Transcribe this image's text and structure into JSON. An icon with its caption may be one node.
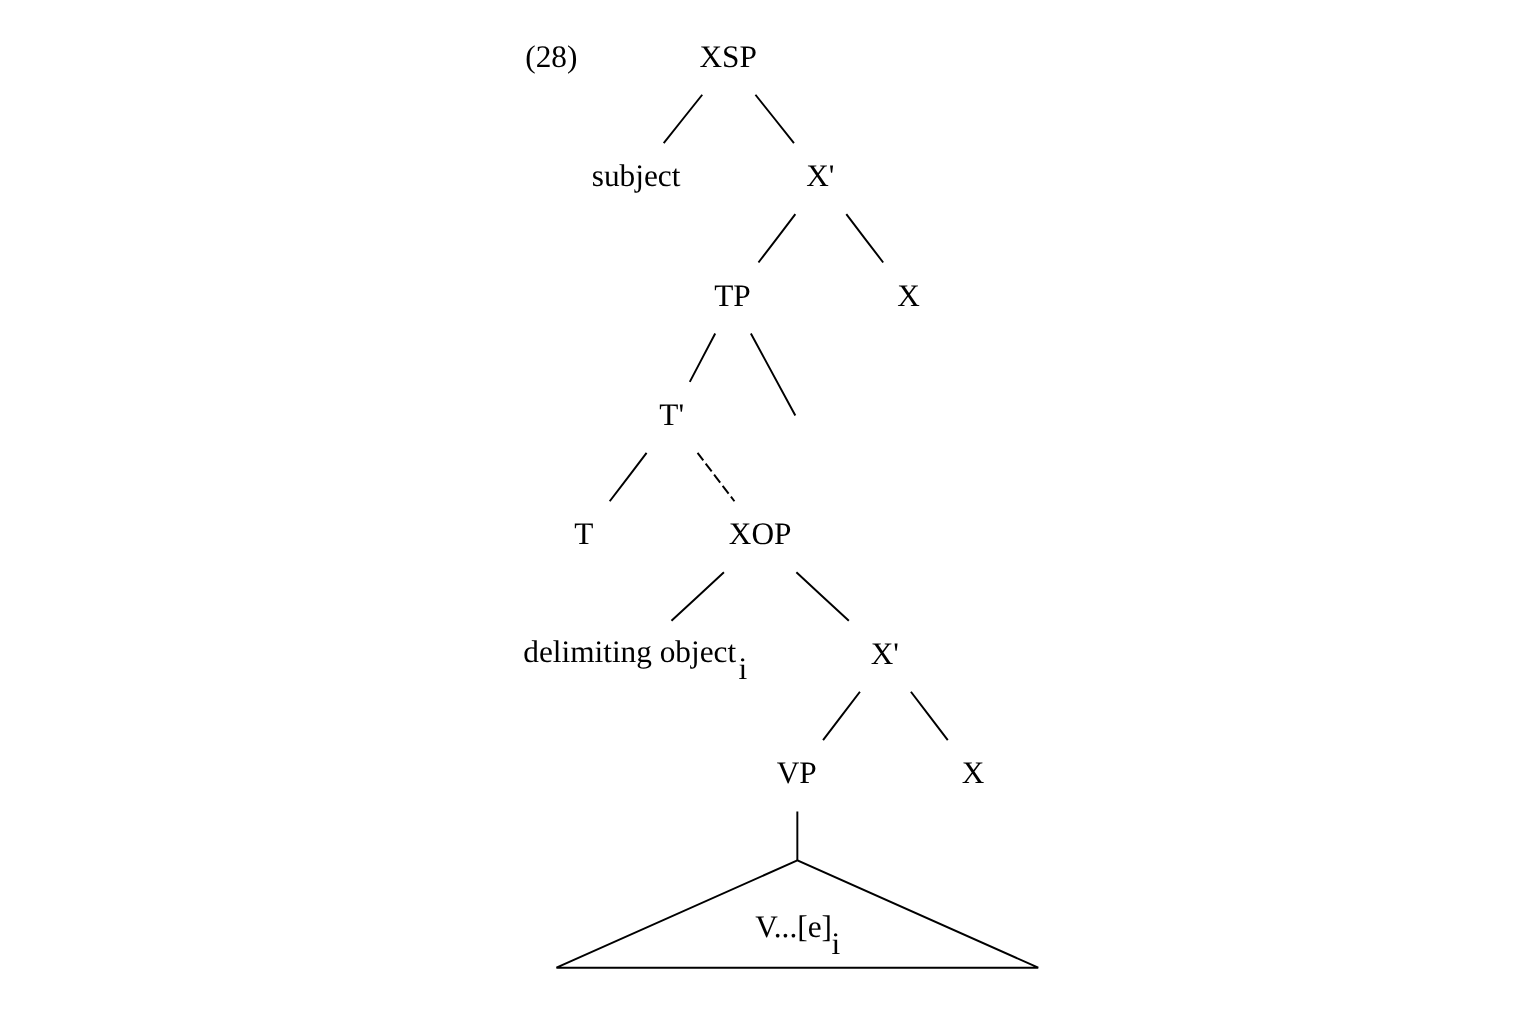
{
  "diagram": {
    "nodes": [
      {
        "text": [
          "XSP"
        ]
      },
      {
        "text": [
          "subject"
        ]
      },
      {
        "text": [
          "X'"
        ]
      },
      {
        "text": [
          "TP"
        ]
      },
      {
        "text": [
          "X"
        ]
      },
      {
        "text": [
          "T'"
        ]
      },
      {
        "text": [
          "T"
        ]
      },
      {
        "text": [
          "XOP"
        ]
      },
      {
        "text": [
          "delimiting object$_{i}$"
        ]
      },
      {
        "text": [
          "X'"
        ]
      },
      {
        "text": [
          "VP"
        ]
      },
      {
        "text": [
          "X"
        ]
      },
      {
        "text": [
          "V...[e]$_{i}$"
        ]
      }
    ],
    "edges": [
      {
        "from": 0,
        "to": 1,
        "arrow": "none"
      },
      {
        "from": 0,
        "to": 2,
        "arrow": "none"
      },
      {
        "from": 2,
        "to": 3,
        "arrow": "none"
      },
      {
        "from": 2,
        "to": 4,
        "arrow": "none"
      },
      {
        "from": 3,
        "to": null,
        "arrow": "none"
      },
      {
        "from": 3,
        "to": 5,
        "arrow": "none"
      },
      {
        "from": 5,
        "to": 6,
        "arrow": "none"
      },
      {
        "from": 5,
        "to": 7,
        "arrow": "none",
        "style": "dashed"
      },
      {
        "from": 7,
        "to": 8,
        "arrow": "none"
      },
      {
        "from": 7,
        "to": 9,
        "arrow": "none"
      },
      {
        "from": 9,
        "to": 10,
        "arrow": "none"
      },
      {
        "from": 9,
        "to": 11,
        "arrow": "none"
      },
      {
        "from": 10,
        "to": 12,
        "arrow": "none"
      }
    ],
    "labels": [
      "(28)"
    ]
  }
}
